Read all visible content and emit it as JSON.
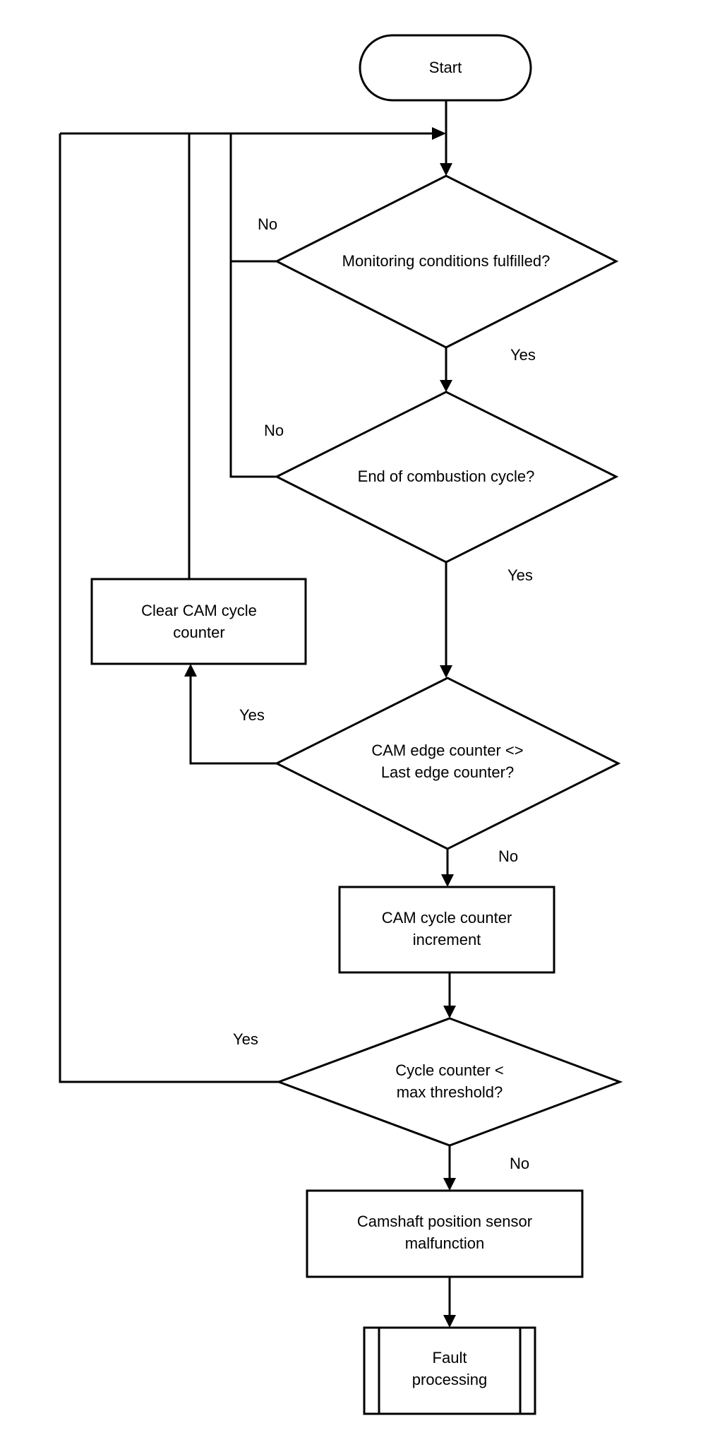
{
  "nodes": {
    "start": "Start",
    "monitoring": "Monitoring conditions fulfilled?",
    "end_cycle": "End of combustion cycle?",
    "clear_counter": [
      "Clear CAM cycle",
      "counter"
    ],
    "edge_compare": [
      "CAM edge counter <>",
      "Last edge counter?"
    ],
    "increment": [
      "CAM cycle counter",
      "increment"
    ],
    "threshold": [
      "Cycle counter <",
      "max threshold?"
    ],
    "malfunction": [
      "Camshaft position sensor",
      "malfunction"
    ],
    "fault": [
      "Fault",
      "processing"
    ]
  },
  "edge_labels": {
    "monitoring_no": "No",
    "monitoring_yes": "Yes",
    "end_cycle_no": "No",
    "end_cycle_yes": "Yes",
    "edge_compare_yes": "Yes",
    "edge_compare_no": "No",
    "threshold_yes": "Yes",
    "threshold_no": "No"
  }
}
